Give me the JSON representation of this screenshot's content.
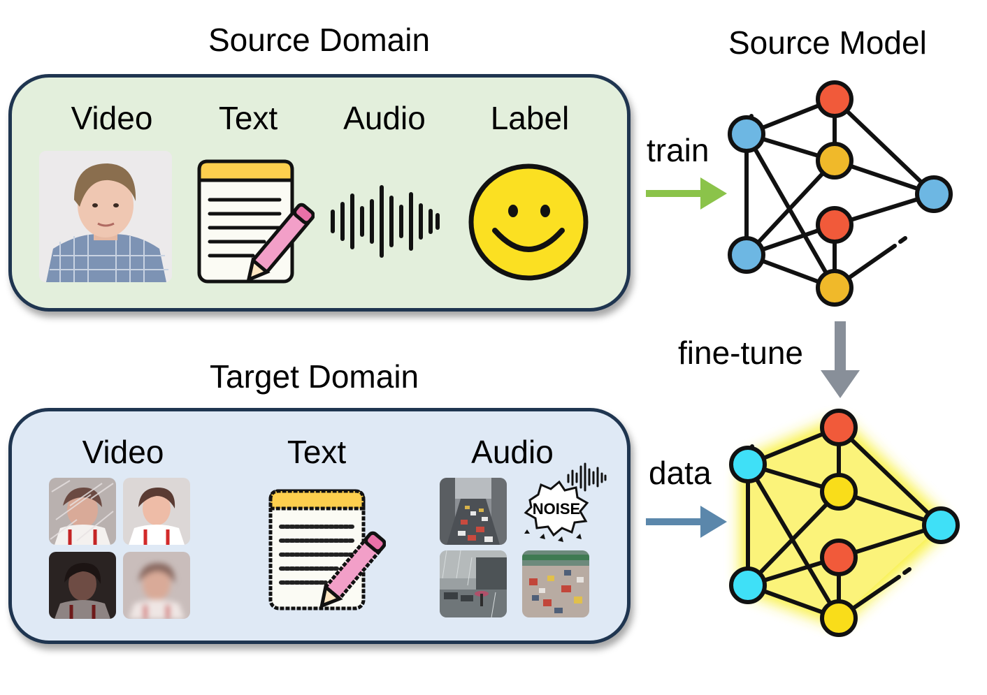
{
  "source_domain": {
    "title": "Source Domain",
    "modalities": [
      "Video",
      "Text",
      "Audio",
      "Label"
    ],
    "panel_color": "#e3efdc"
  },
  "target_domain": {
    "title": "Target Domain",
    "modalities": [
      "Video",
      "Text",
      "Audio"
    ],
    "panel_color": "#dfe9f5",
    "noise_badge": "NOISE"
  },
  "source_model": {
    "title": "Source Model"
  },
  "arrows": {
    "train": "train",
    "fine_tune": "fine-tune",
    "data": "data",
    "train_color": "#8bc34a",
    "data_color": "#5b87ab",
    "fine_tune_color": "#888f99"
  },
  "network_colors": {
    "red_node": "#f15a3a",
    "blue_node": "#6db7e3",
    "yellow_node": "#f0b92a",
    "cyan_node": "#3fe0f7",
    "bright_yellow_node": "#f9dd1a",
    "glow": "#f7ee2a"
  }
}
